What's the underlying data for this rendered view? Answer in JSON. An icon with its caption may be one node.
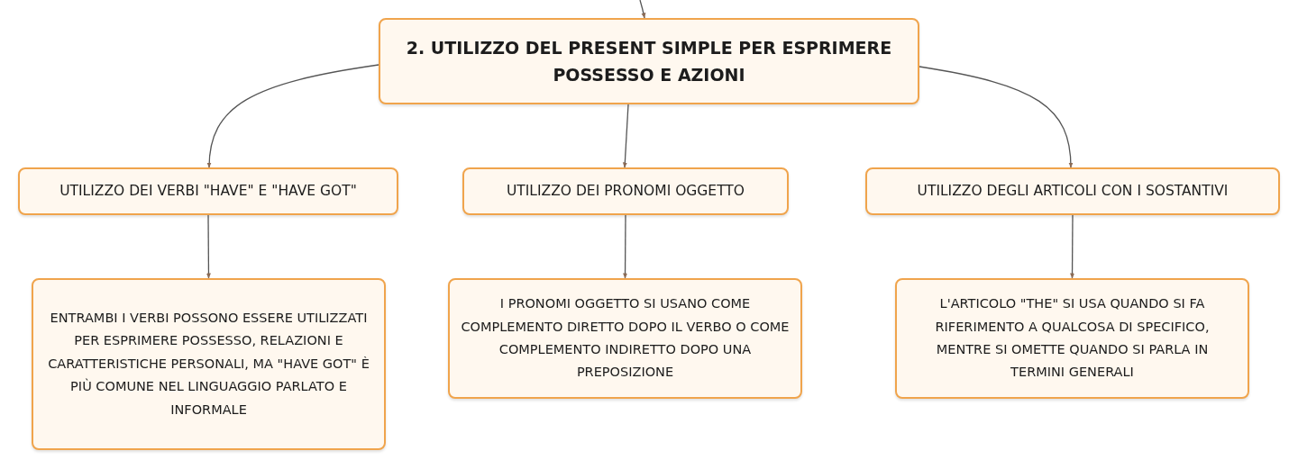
{
  "diagram": {
    "nodes": [
      {
        "text": [
          "2. UTILIZZO DEL PRESENT SIMPLE PER ESPRIMERE POSSESSO E AZIONI"
        ]
      },
      {
        "text": [
          "UTILIZZO DEI VERBI \"HAVE\" E \"HAVE GOT\""
        ]
      },
      {
        "text": [
          "UTILIZZO DEI PRONOMI OGGETTO"
        ]
      },
      {
        "text": [
          "UTILIZZO DEGLI ARTICOLI CON I SOSTANTIVI"
        ]
      },
      {
        "text": [
          "ENTRAMBI I VERBI POSSONO ESSERE UTILIZZATI PER ESPRIMERE POSSESSO, RELAZIONI E CARATTERISTICHE PERSONALI, MA \"HAVE GOT\" È PIÙ COMUNE NEL LINGUAGGIO PARLATO E INFORMALE"
        ]
      },
      {
        "text": [
          "I PRONOMI OGGETTO SI USANO COME COMPLEMENTO DIRETTO DOPO IL VERBO O COME COMPLEMENTO INDIRETTO DOPO UNA PREPOSIZIONE"
        ]
      },
      {
        "text": [
          "L'ARTICOLO \"THE\" SI USA QUANDO SI FA RIFERIMENTO A QUALCOSA DI SPECIFICO, MENTRE SI OMETTE QUANDO SI PARLA IN TERMINI GENERALI"
        ]
      }
    ],
    "edges": [
      {
        "from": null,
        "to": 0,
        "arrow": "to"
      },
      {
        "from": 0,
        "to": 1,
        "arrow": "to"
      },
      {
        "from": 0,
        "to": 2,
        "arrow": "to"
      },
      {
        "from": 0,
        "to": 3,
        "arrow": "to"
      },
      {
        "from": 1,
        "to": 4,
        "arrow": "to"
      },
      {
        "from": 2,
        "to": 5,
        "arrow": "to"
      },
      {
        "from": 3,
        "to": 6,
        "arrow": "to"
      }
    ]
  }
}
